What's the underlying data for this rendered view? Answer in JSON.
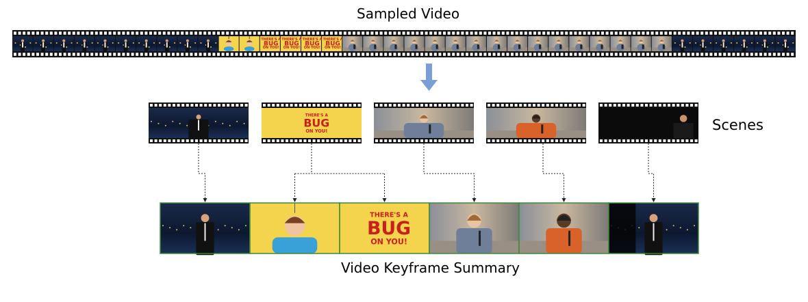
{
  "labels": {
    "sampled_video": "Sampled Video",
    "scenes": "Scenes",
    "summary": "Video Keyframe Summary"
  },
  "strip_frames": [
    "stage",
    "stage",
    "stage",
    "stage",
    "stage",
    "stage",
    "stage",
    "stage",
    "stage",
    "stage",
    "cartoon",
    "cartoon",
    "bug",
    "bug",
    "bug",
    "bug",
    "street",
    "street",
    "street",
    "street",
    "street",
    "street",
    "street",
    "street",
    "street",
    "street",
    "street",
    "street",
    "street",
    "street",
    "street",
    "street",
    "stage",
    "stage",
    "stage",
    "stage",
    "stage",
    "stage"
  ],
  "scenes": [
    {
      "kind": "stage"
    },
    {
      "kind": "bug"
    },
    {
      "kind": "street"
    },
    {
      "kind": "street2"
    },
    {
      "kind": "dark"
    }
  ],
  "keyframes": [
    {
      "kind": "host",
      "from_scene": 0
    },
    {
      "kind": "cartoon",
      "from_scene": 1
    },
    {
      "kind": "bug",
      "from_scene": 1
    },
    {
      "kind": "woman",
      "from_scene": 2
    },
    {
      "kind": "man",
      "from_scene": 3
    },
    {
      "kind": "host2",
      "from_scene": 4
    }
  ],
  "bug_text": {
    "line1": "THERE'S A",
    "line2": "BUG",
    "line3": "ON YOU!"
  },
  "colors": {
    "arrow": "#7a9fd8",
    "keyframe_border": "#3a8a3a",
    "cartoon_bg": "#f3d44c",
    "bug_red": "#c8201f"
  }
}
